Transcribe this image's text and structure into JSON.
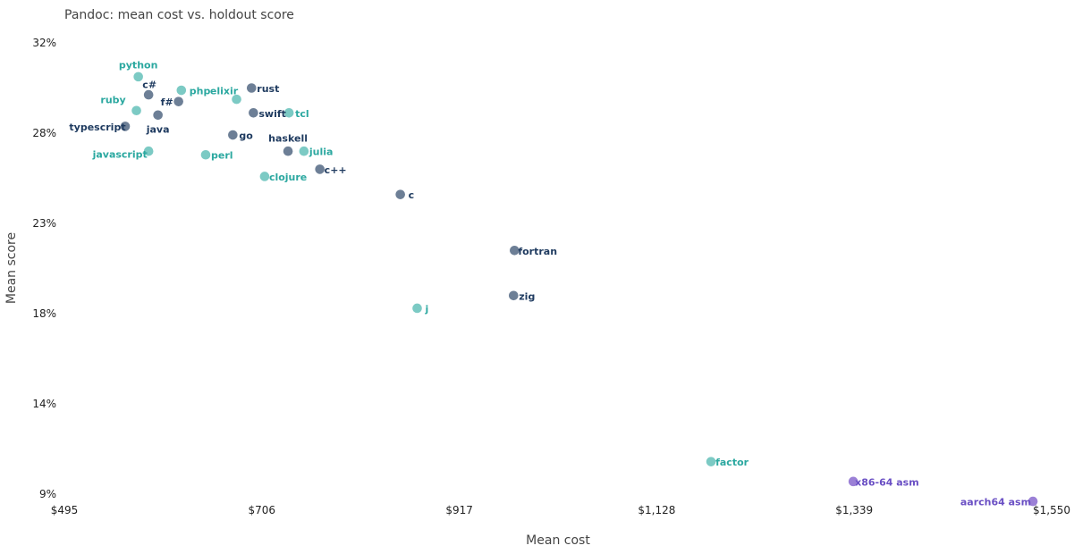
{
  "chart_data": {
    "type": "scatter",
    "title": "Pandoc: mean cost vs. holdout score",
    "xlabel": "Mean cost",
    "ylabel": "Mean score",
    "xlim": [
      495,
      1550
    ],
    "ylim": [
      9,
      33
    ],
    "x_ticks": [
      495,
      706,
      917,
      1128,
      1339,
      1550
    ],
    "x_tick_labels": [
      "$495",
      "$706",
      "$917",
      "$1,128",
      "$1,339",
      "$1,550"
    ],
    "y_ticks": [
      9,
      14,
      18,
      23,
      28,
      32
    ],
    "y_tick_labels": [
      "9%",
      "14%",
      "18%",
      "23%",
      "28%",
      "32%"
    ],
    "colors": {
      "dynamic": "#7ccac4",
      "static": "#6d7f96",
      "assembly": "#9b80d6"
    },
    "label_colors": {
      "dynamic": "#2ba8a0",
      "static": "#1e3a5f",
      "assembly": "#6a4fc4"
    },
    "points": [
      {
        "label": "python",
        "x": 574,
        "y": 30.5,
        "group": "dynamic"
      },
      {
        "label": "c#",
        "x": 585,
        "y": 29.7,
        "group": "static"
      },
      {
        "label": "ruby",
        "x": 572,
        "y": 29.0,
        "group": "dynamic"
      },
      {
        "label": "f#",
        "x": 617,
        "y": 29.4,
        "group": "static"
      },
      {
        "label": "php",
        "x": 620,
        "y": 29.9,
        "group": "dynamic"
      },
      {
        "label": "elixir",
        "x": 679,
        "y": 29.5,
        "group": "dynamic"
      },
      {
        "label": "rust",
        "x": 695,
        "y": 30.0,
        "group": "static"
      },
      {
        "label": "typescript",
        "x": 560,
        "y": 28.3,
        "group": "static"
      },
      {
        "label": "java",
        "x": 595,
        "y": 28.8,
        "group": "static"
      },
      {
        "label": "swift",
        "x": 697,
        "y": 28.9,
        "group": "static"
      },
      {
        "label": "tcl",
        "x": 735,
        "y": 28.9,
        "group": "dynamic"
      },
      {
        "label": "go",
        "x": 675,
        "y": 27.9,
        "group": "static"
      },
      {
        "label": "haskell",
        "x": 734,
        "y": 27.0,
        "group": "static"
      },
      {
        "label": "julia",
        "x": 751,
        "y": 27.0,
        "group": "dynamic"
      },
      {
        "label": "javascript",
        "x": 585,
        "y": 27.0,
        "group": "dynamic"
      },
      {
        "label": "perl",
        "x": 646,
        "y": 26.8,
        "group": "dynamic"
      },
      {
        "label": "c++",
        "x": 768,
        "y": 26.0,
        "group": "static"
      },
      {
        "label": "clojure",
        "x": 709,
        "y": 25.6,
        "group": "dynamic"
      },
      {
        "label": "c",
        "x": 854,
        "y": 24.6,
        "group": "static"
      },
      {
        "label": "fortran",
        "x": 976,
        "y": 21.5,
        "group": "static"
      },
      {
        "label": "zig",
        "x": 975,
        "y": 19.0,
        "group": "static"
      },
      {
        "label": "j",
        "x": 872,
        "y": 18.3,
        "group": "dynamic"
      },
      {
        "label": "factor",
        "x": 1186,
        "y": 10.8,
        "group": "dynamic"
      },
      {
        "label": "x86-64 asm",
        "x": 1338,
        "y": 9.7,
        "group": "assembly"
      },
      {
        "label": "aarch64 asm",
        "x": 1530,
        "y": 8.6,
        "group": "assembly"
      }
    ]
  }
}
